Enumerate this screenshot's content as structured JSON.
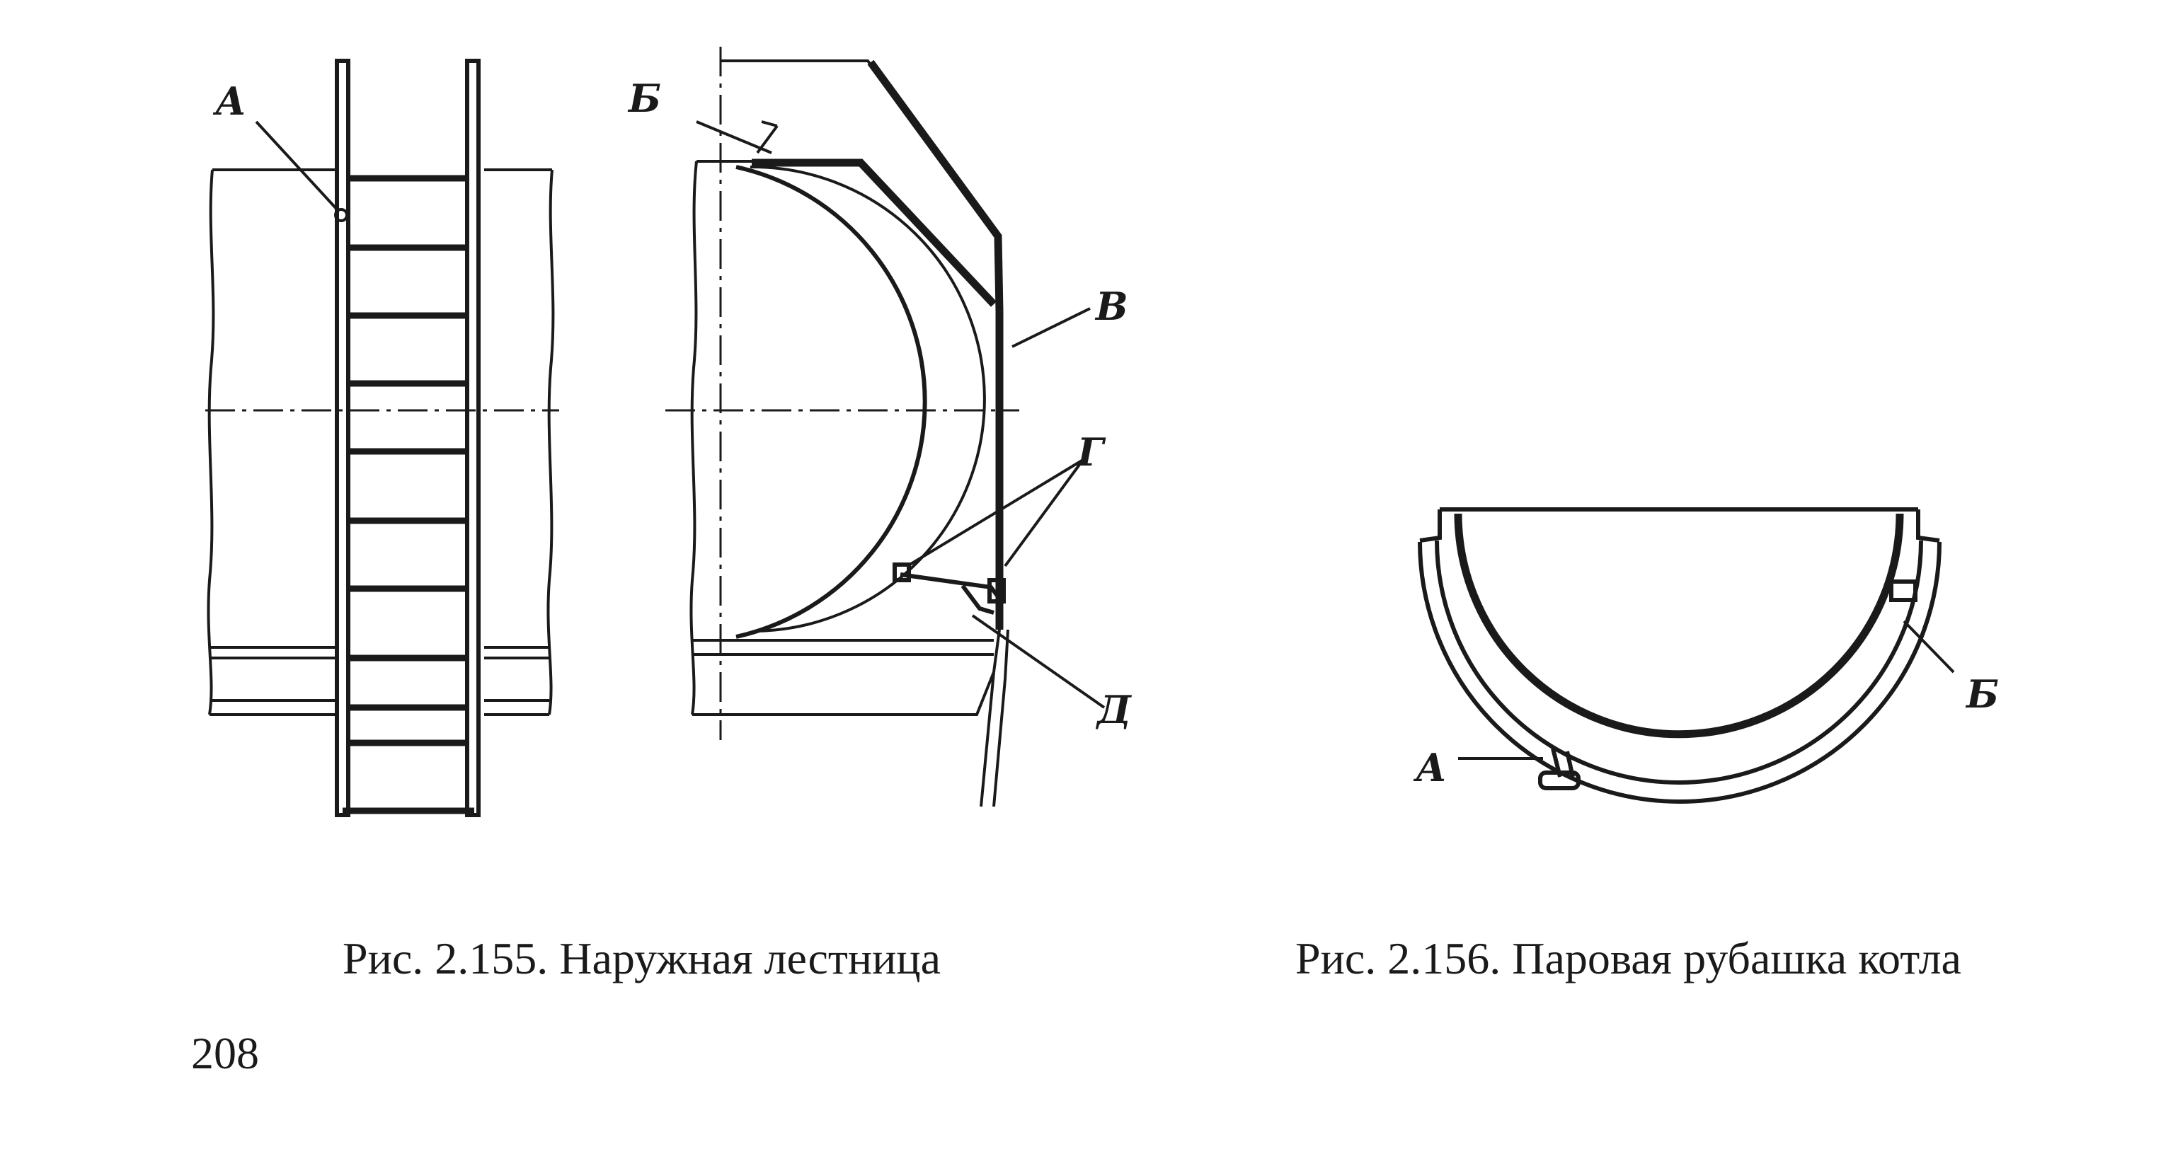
{
  "figures": {
    "ladder": {
      "caption": "Рис. 2.155. Наружная лестница",
      "labels": {
        "a": "А",
        "b": "Б",
        "v": "В",
        "g": "Г",
        "d": "Д"
      }
    },
    "jacket": {
      "caption": "Рис. 2.156. Паровая рубашка котла",
      "labels": {
        "a": "А",
        "b": "Б"
      }
    }
  },
  "page_number": "208"
}
